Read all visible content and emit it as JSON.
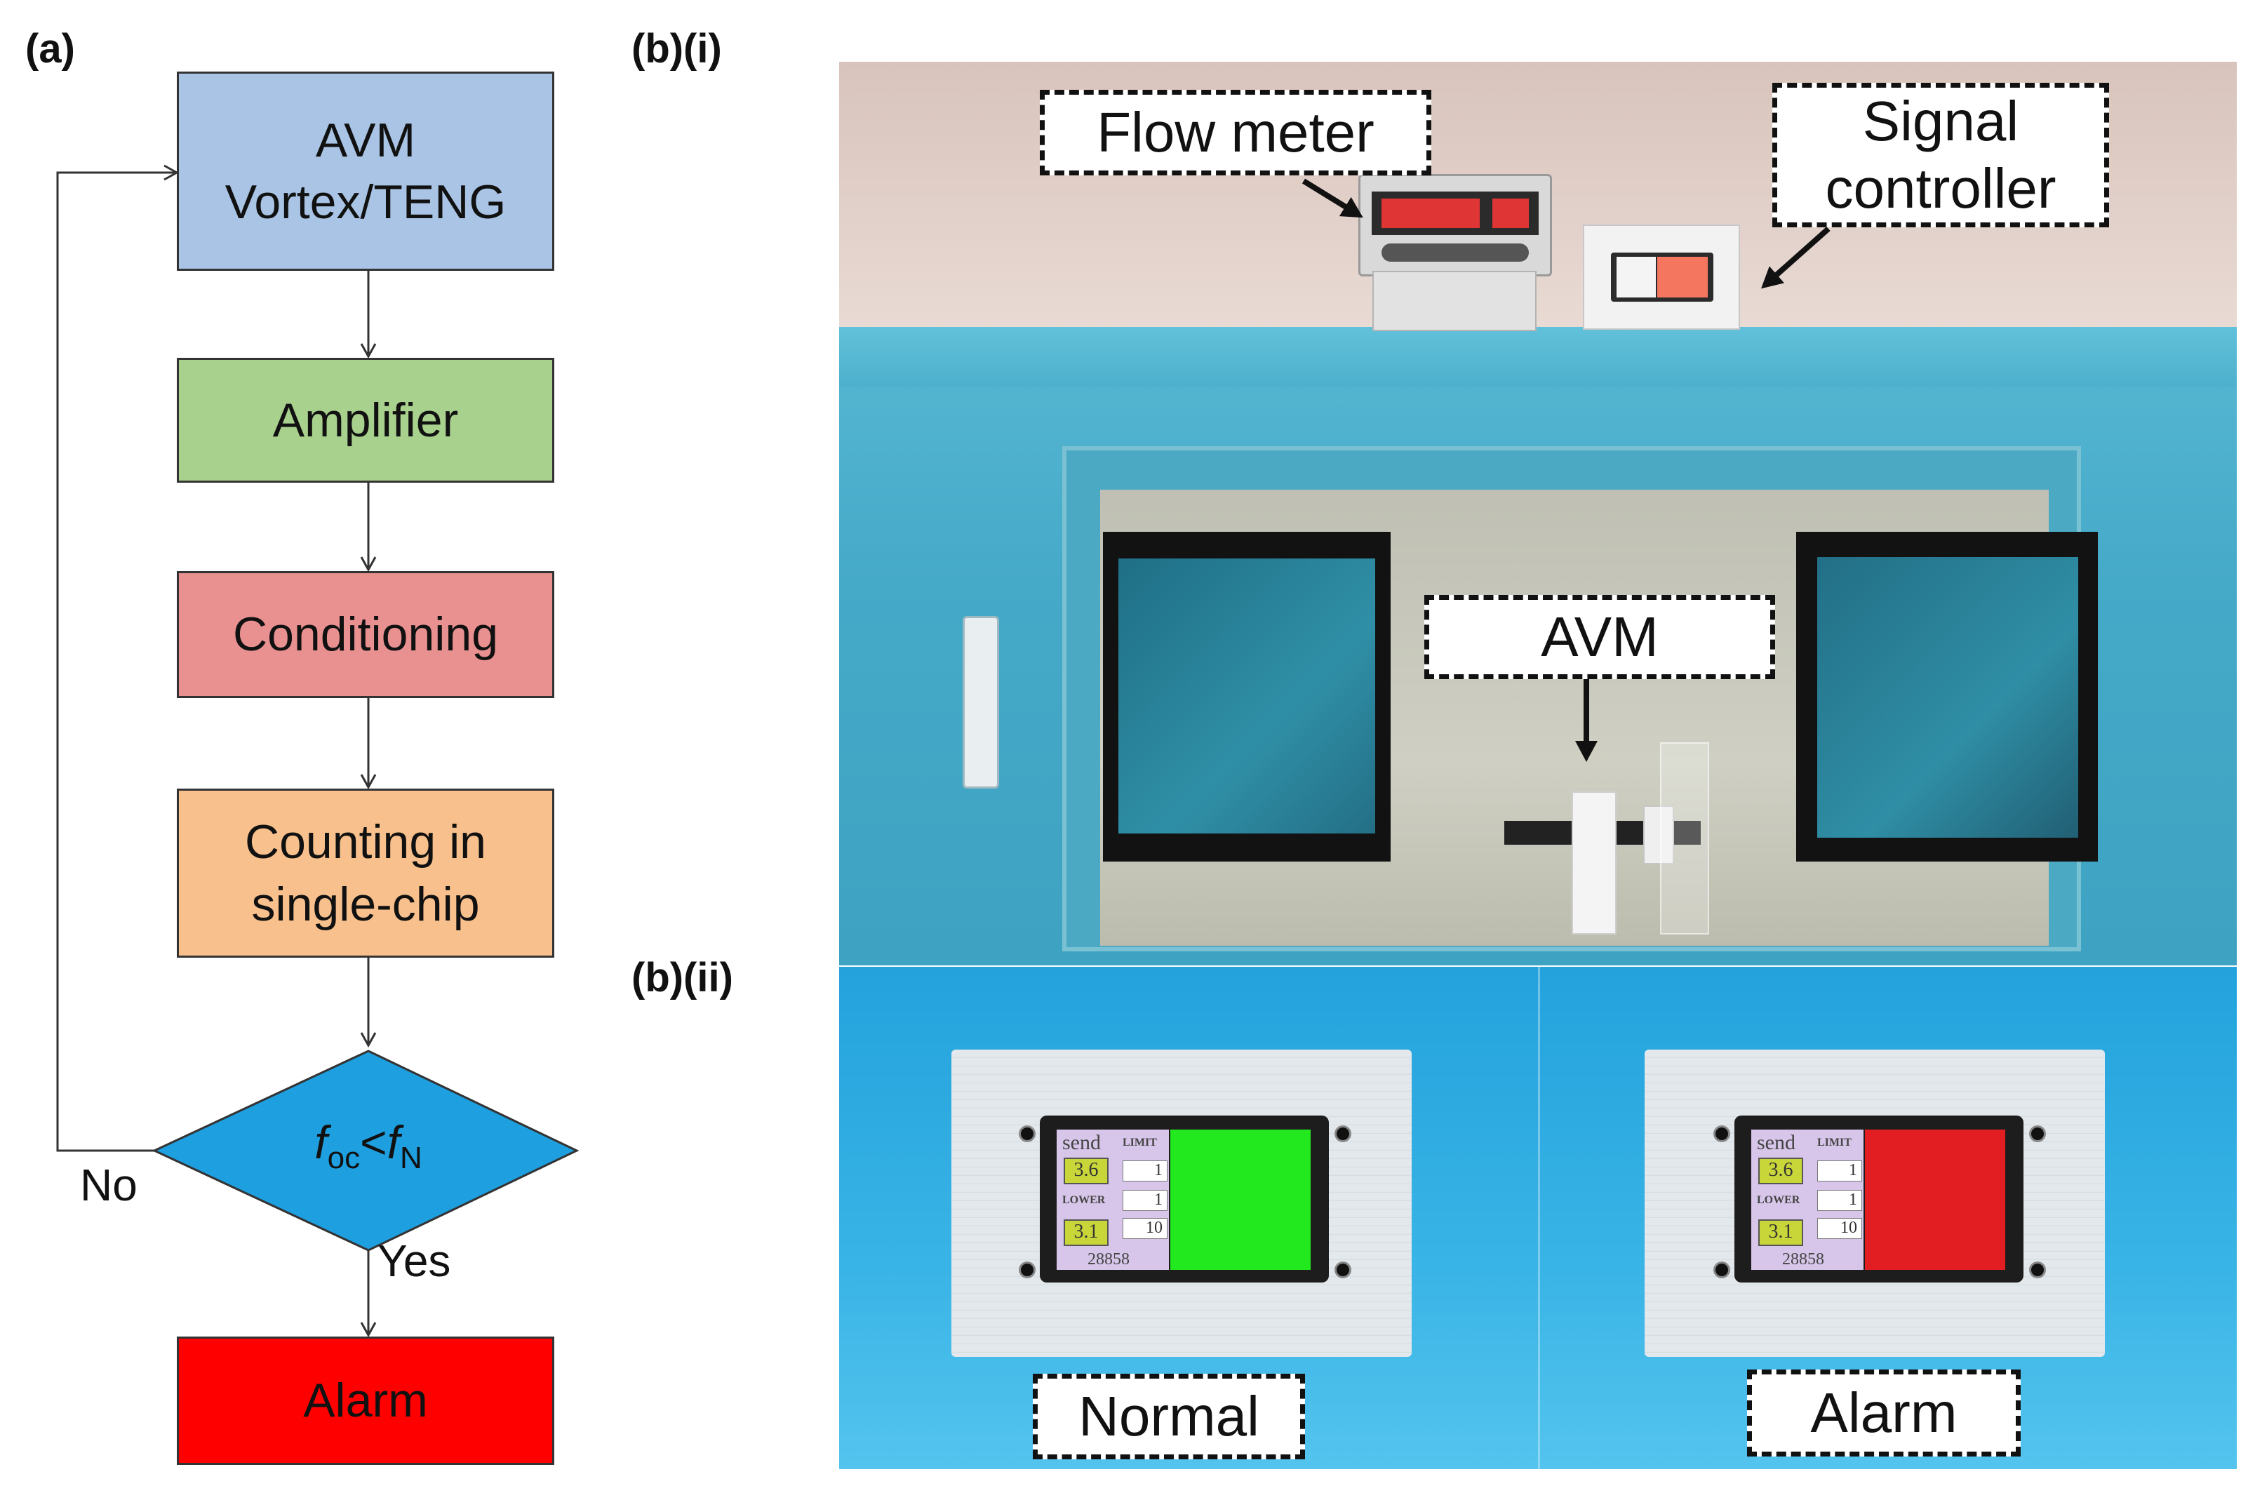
{
  "panels": {
    "a": "(a)",
    "b_i": "(b)(i)",
    "b_ii": "(b)(ii)"
  },
  "flowchart": {
    "avm_box": "AVM\nVortex/TENG",
    "amplifier_box": "Amplifier",
    "conditioning_box": "Conditioning",
    "counting_box": "Counting in\nsingle-chip",
    "decision": {
      "f1": "f",
      "sub1": "oc",
      "op": "<",
      "f2": "f",
      "sub2": "N"
    },
    "no_label": "No",
    "yes_label": "Yes",
    "alarm_box": "Alarm"
  },
  "photo_callouts": {
    "flow_meter": "Flow meter",
    "signal_controller": "Signal\ncontroller",
    "avm": "AVM",
    "normal": "Normal",
    "alarm": "Alarm"
  },
  "displays": {
    "send": "send",
    "limit": "LIMIT",
    "lower": "LOWER",
    "upper_value": "3.6",
    "lower_value": "3.1",
    "cell_1": "1",
    "cell_2": "1",
    "cell_3": "10",
    "counter": "28858"
  },
  "colors": {
    "avm_box": "#a9c4e4",
    "amplifier_box": "#a9d18e",
    "conditioning_box": "#e99090",
    "counting_box": "#f8c08c",
    "decision": "#1e9fe0",
    "alarm_box": "#ff0000",
    "normal_screen": "#22e81e",
    "alarm_screen": "#e21e22"
  }
}
